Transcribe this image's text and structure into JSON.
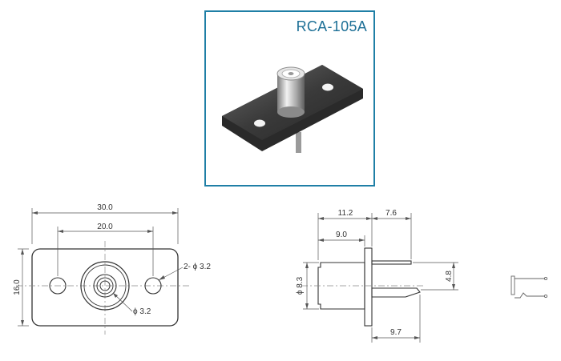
{
  "product": {
    "model": "RCA-105A"
  },
  "front_view": {
    "overall_width": "30.0",
    "hole_spacing": "20.0",
    "height": "16.0",
    "hole_callout": "2- ϕ 3.2",
    "center_hole": "ϕ 3.2"
  },
  "side_view": {
    "length_front": "11.2",
    "length_rear": "7.6",
    "body_length": "9.0",
    "body_diameter": "ϕ 8.3",
    "terminal_offset": "4.8",
    "terminal_length": "9.7"
  },
  "colors": {
    "frame_border": "#1f7fa6",
    "title": "#1c6f96",
    "drawing": "#333333",
    "dimension": "#555555"
  }
}
